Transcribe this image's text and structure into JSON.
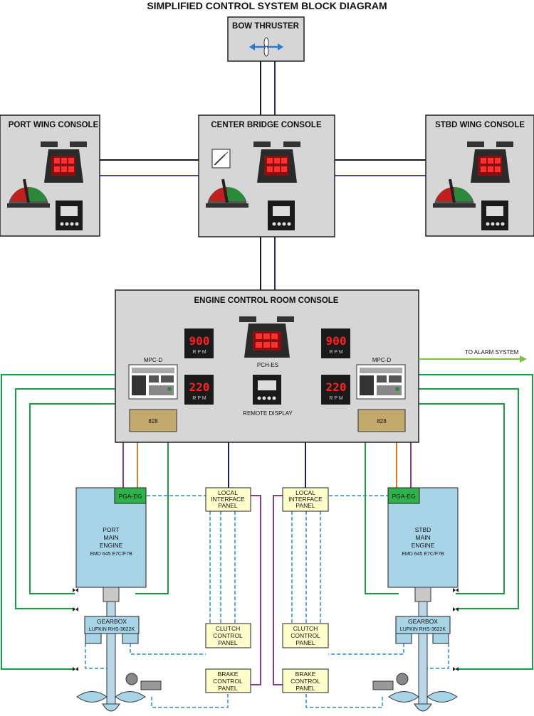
{
  "title": "SIMPLIFIED CONTROL SYSTEM BLOCK DIAGRAM",
  "consoles": {
    "bow": "BOW THRUSTER",
    "port_wing": "PORT WING CONSOLE",
    "center": "CENTER BRIDGE CONSOLE",
    "stbd_wing": "STBD WING CONSOLE",
    "ecr": "ENGINE CONTROL ROOM CONSOLE"
  },
  "ecr": {
    "mpc_left": "MPC-D",
    "mpc_right": "MPC-D",
    "pch": "PCH-ES",
    "remote": "REMOTE DISPLAY",
    "box_left": "828",
    "box_right": "828",
    "rpm_top_left": "900",
    "rpm_top_right": "900",
    "rpm_bot_left": "220",
    "rpm_bot_right": "220",
    "rpm_unit": "R P M",
    "alarm": "TO ALARM SYSTEM"
  },
  "port": {
    "pga": "PGA-EG",
    "engine_l1": "PORT",
    "engine_l2": "MAIN",
    "engine_l3": "ENGINE",
    "engine_model": "EMD 645 E7C/F7B",
    "gearbox_l1": "GEARBOX",
    "gearbox_l2": "LUFKIN RHS-3622K"
  },
  "stbd": {
    "pga": "PGA-EG",
    "engine_l1": "STBD",
    "engine_l2": "MAIN",
    "engine_l3": "ENGINE",
    "engine_model": "EMD 645 E7C/F7B",
    "gearbox_l1": "GEARBOX",
    "gearbox_l2": "LUFKIN RHS-3622K"
  },
  "panels": {
    "lip_l1": "LOCAL",
    "lip_l2": "INTERFACE",
    "lip_l3": "PANEL",
    "ccp_l1": "CLUTCH",
    "ccp_l2": "CONTROL",
    "ccp_l3": "PANEL",
    "bcp_l1": "BRAKE",
    "bcp_l2": "CONTROL",
    "bcp_l3": "PANEL"
  },
  "colors": {
    "console_fill": "#d6d6d6",
    "engine_fill": "#a8d4e8",
    "pga_fill": "#2db34a",
    "panel_fill": "#ffffcc",
    "box828_fill": "#c4a96c",
    "line_navy": "#1a1a6e",
    "line_purple": "#8a3a8a",
    "line_green": "#16a045",
    "line_orange": "#e07820",
    "line_dashed_blue": "#2a8ad4",
    "alarm_arrow": "#7ac043"
  }
}
